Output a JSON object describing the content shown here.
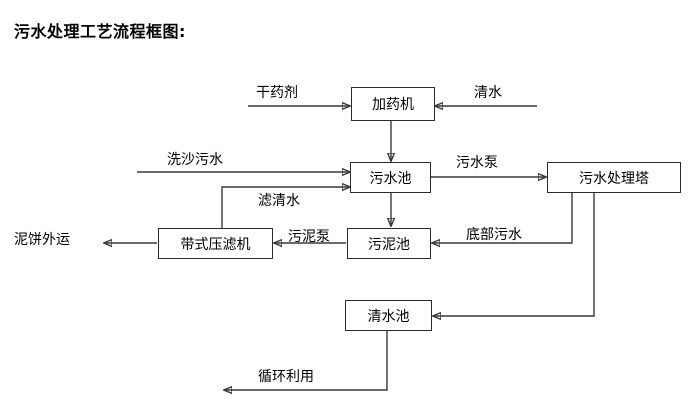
{
  "title": "污水处理工艺流程框图:",
  "diagram": {
    "type": "flowchart",
    "nodes": [
      {
        "id": "dosing-machine",
        "label": "加药机"
      },
      {
        "id": "sewage-pool",
        "label": "污水池"
      },
      {
        "id": "treatment-tower",
        "label": "污水处理塔"
      },
      {
        "id": "belt-filter-press",
        "label": "带式压滤机"
      },
      {
        "id": "sludge-pool",
        "label": "污泥池"
      },
      {
        "id": "clear-water-pool",
        "label": "清水池"
      }
    ],
    "terminals": [
      {
        "id": "dry-chemical",
        "label": "干药剂"
      },
      {
        "id": "clean-water-in",
        "label": "清水"
      },
      {
        "id": "sand-wash-sewage",
        "label": "洗沙污水"
      },
      {
        "id": "mud-cake-out",
        "label": "泥饼外运"
      }
    ],
    "edge_labels": [
      {
        "id": "dry-chemical-edge",
        "label": "干药剂"
      },
      {
        "id": "clean-water-edge",
        "label": "清水"
      },
      {
        "id": "sand-wash-edge",
        "label": "洗沙污水"
      },
      {
        "id": "filtered-water-edge",
        "label": "滤清水"
      },
      {
        "id": "sewage-pump-edge",
        "label": "污水泵"
      },
      {
        "id": "sludge-pump-edge",
        "label": "污泥泵"
      },
      {
        "id": "bottom-sewage-edge",
        "label": "底部污水"
      },
      {
        "id": "mud-cake-edge",
        "label": "泥饼外运"
      },
      {
        "id": "recycle-edge",
        "label": "循环利用"
      }
    ],
    "colors": {
      "stroke": "#3a3a3a",
      "box_border": "#2b2b2b",
      "text": "#000000",
      "background": "#ffffff"
    }
  }
}
